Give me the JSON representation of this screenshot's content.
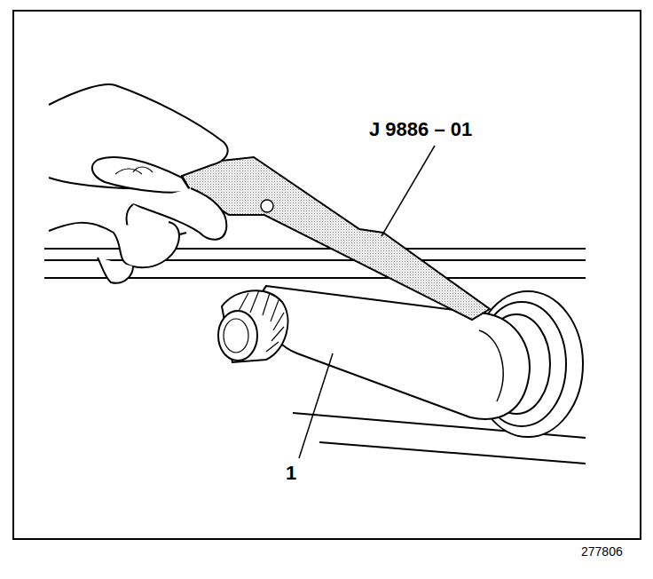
{
  "diagram": {
    "labels": [
      "J 9886 – 01",
      "1",
      "277806"
    ]
  }
}
